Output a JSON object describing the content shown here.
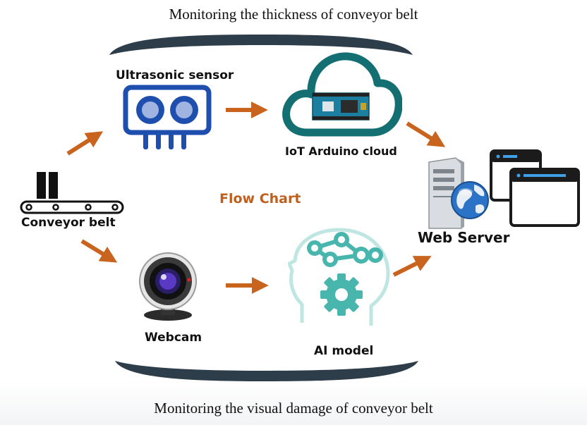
{
  "diagram": {
    "top_caption": "Monitoring the thickness of conveyor belt",
    "bottom_caption": "Monitoring the visual damage of conveyor belt",
    "center_title": "Flow Chart",
    "nodes": {
      "conveyor_belt": "Conveyor belt",
      "ultrasonic_sensor": "Ultrasonic sensor",
      "iot_cloud": "IoT Arduino cloud",
      "web_server": "Web Server",
      "webcam": "Webcam",
      "ai_model": "AI model"
    }
  },
  "colors": {
    "arrow": "#c8641e",
    "sensor_blue": "#1f4fae",
    "cloud_teal": "#136f72",
    "ai_teal": "#49b6ad",
    "brace_dark": "#2e3d4a",
    "title_orange": "#c0601e"
  }
}
